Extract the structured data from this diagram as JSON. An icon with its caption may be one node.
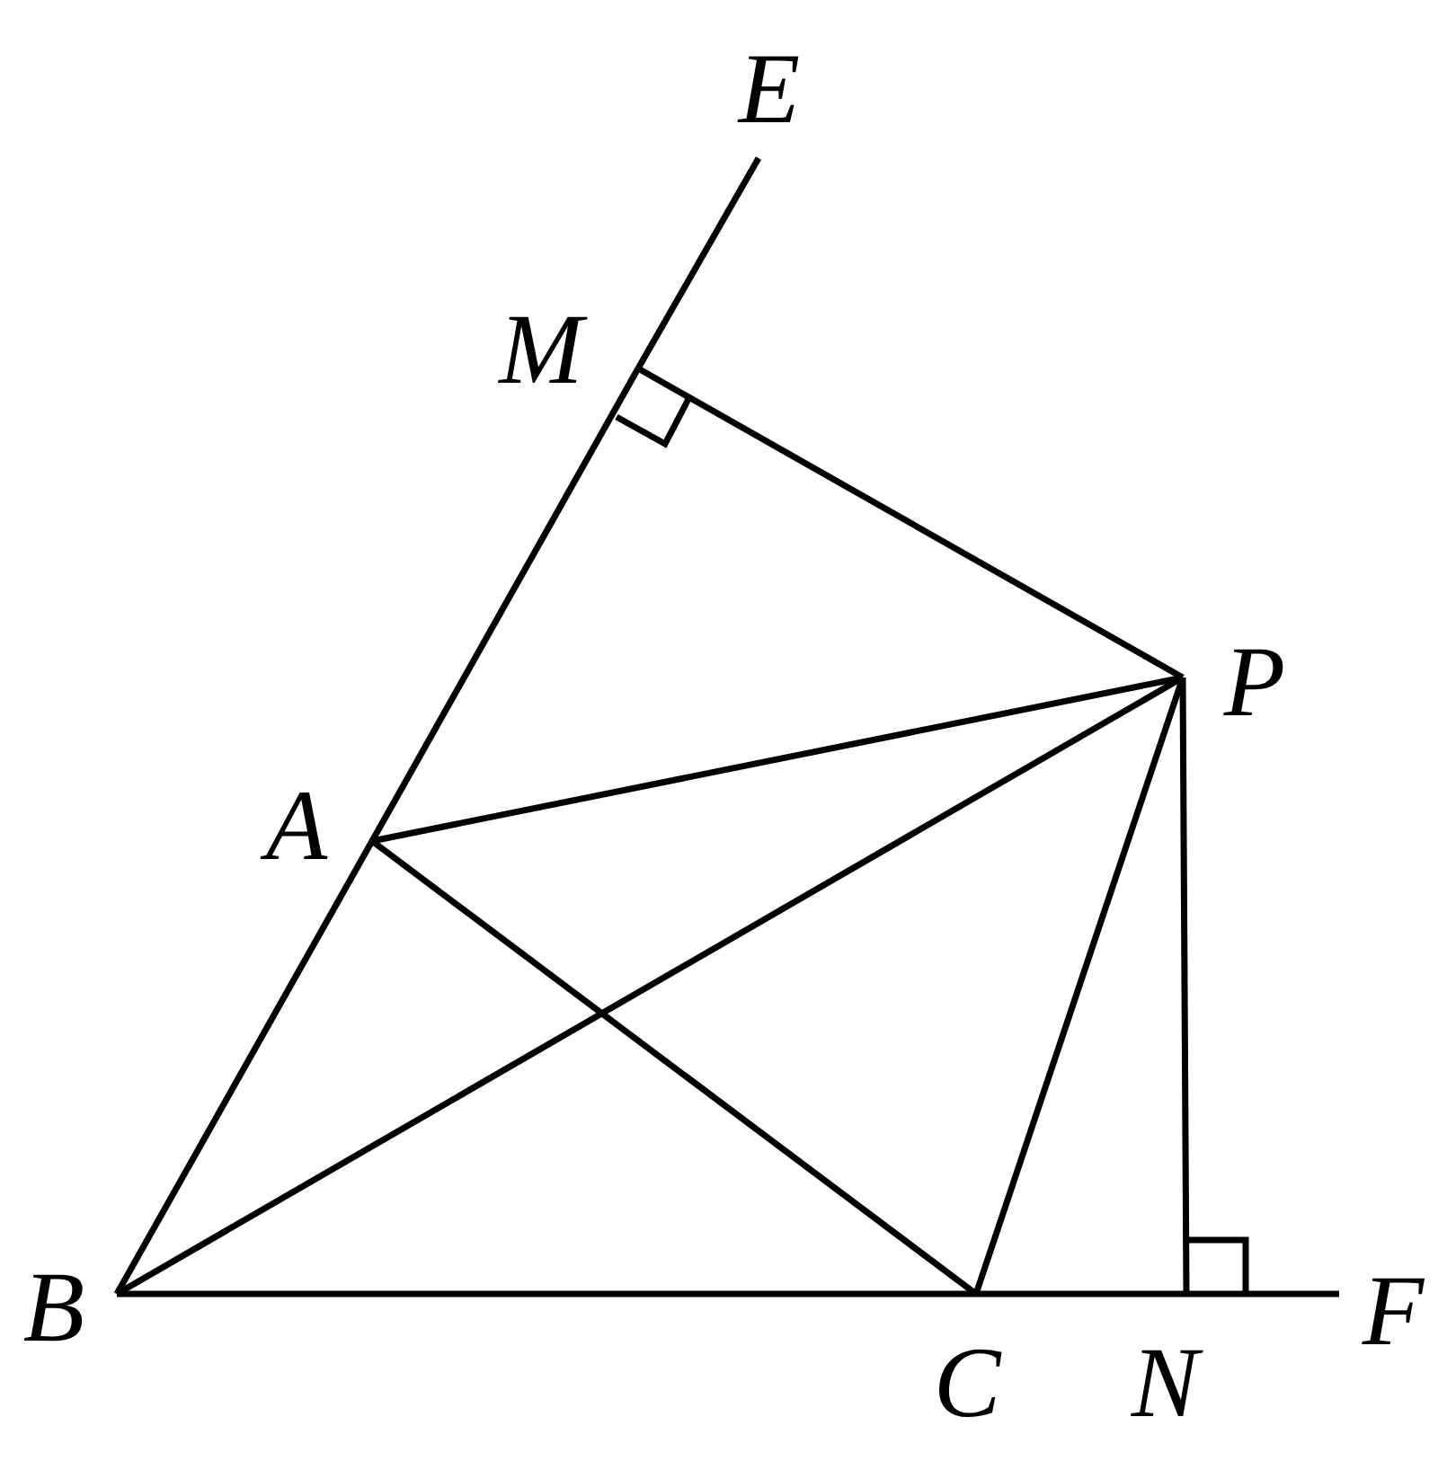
{
  "diagram": {
    "nodes": [
      {
        "text": [
          "E"
        ]
      },
      {
        "text": [
          "M"
        ]
      },
      {
        "text": [
          "P"
        ]
      },
      {
        "text": [
          "A"
        ]
      },
      {
        "text": [
          "B"
        ]
      },
      {
        "text": [
          "C"
        ]
      },
      {
        "text": [
          "N"
        ]
      },
      {
        "text": [
          "F"
        ]
      }
    ],
    "edges": [
      {
        "from": 4,
        "to": 3,
        "arrow": "none"
      },
      {
        "from": 3,
        "to": 1,
        "arrow": "none"
      },
      {
        "from": 1,
        "to": 0,
        "arrow": "none"
      },
      {
        "from": 1,
        "to": 2,
        "arrow": "none"
      },
      {
        "from": 3,
        "to": 2,
        "arrow": "none"
      },
      {
        "from": 4,
        "to": 2,
        "arrow": "none"
      },
      {
        "from": 5,
        "to": 2,
        "arrow": "none"
      },
      {
        "from": 2,
        "to": 6,
        "arrow": "none"
      },
      {
        "from": 3,
        "to": 5,
        "arrow": "none"
      },
      {
        "from": 4,
        "to": 5,
        "arrow": "none"
      },
      {
        "from": 5,
        "to": 6,
        "arrow": "none"
      },
      {
        "from": 6,
        "to": 7,
        "arrow": "none"
      }
    ]
  }
}
